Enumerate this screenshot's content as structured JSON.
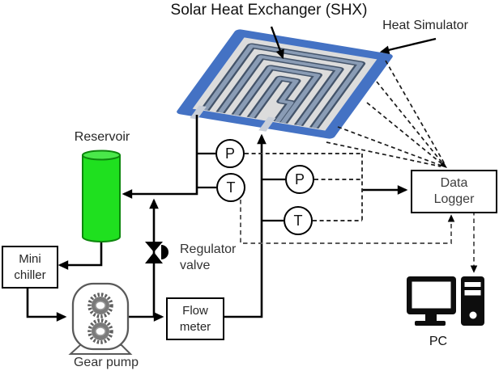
{
  "title": "Solar Heat Exchanger (SHX)",
  "labels": {
    "heat_simulator": "Heat Simulator",
    "reservoir": "Reservoir",
    "gear_pump": "Gear pump",
    "pc": "PC",
    "regulator_valve": [
      "Regulator",
      "valve"
    ]
  },
  "boxes": {
    "mini_chiller": [
      "Mini",
      "chiller"
    ],
    "flow_meter": [
      "Flow",
      "meter"
    ],
    "data_logger": [
      "Data",
      "Logger"
    ]
  },
  "sensors": {
    "outlet_pressure": "P",
    "outlet_temperature": "T",
    "inlet_pressure": "P",
    "inlet_temperature": "T"
  },
  "colors": {
    "panel_frame": "#4472c4",
    "panel_surface": "#dcdcdc",
    "channel_dark": "#44546a",
    "channel_light": "#8a9cb5",
    "reservoir_green": "#1fe01f",
    "reservoir_top_green": "#4ae84a",
    "solid_line": "#000000",
    "dashed_line": "#4a4a4a",
    "pc_black": "#0d0d0d"
  }
}
